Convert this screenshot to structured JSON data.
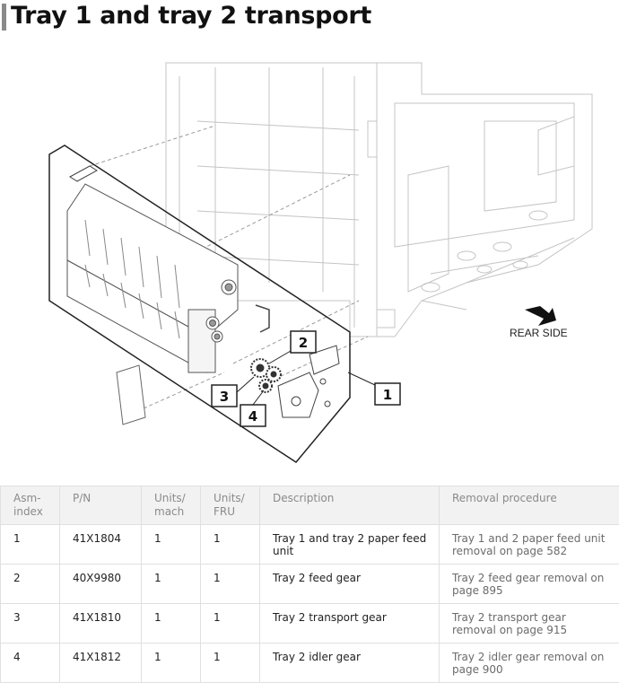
{
  "page": {
    "title": "Tray 1 and tray 2 transport"
  },
  "diagram": {
    "rear_side_label": "REAR SIDE",
    "callouts": [
      "1",
      "2",
      "3",
      "4"
    ]
  },
  "table": {
    "headers": [
      "Asm-index",
      "P/N",
      "Units/ mach",
      "Units/ FRU",
      "Description",
      "Removal procedure"
    ],
    "rows": [
      {
        "index": "1",
        "pn": "41X1804",
        "units_mach": "1",
        "units_fru": "1",
        "description": "Tray 1 and tray 2 paper feed unit",
        "removal": "Tray 1 and 2 paper feed unit removal on page 582"
      },
      {
        "index": "2",
        "pn": "40X9980",
        "units_mach": "1",
        "units_fru": "1",
        "description": "Tray 2 feed gear",
        "removal": "Tray 2 feed gear removal on page 895"
      },
      {
        "index": "3",
        "pn": "41X1810",
        "units_mach": "1",
        "units_fru": "1",
        "description": "Tray 2 transport gear",
        "removal": "Tray 2 transport gear removal on page 915"
      },
      {
        "index": "4",
        "pn": "41X1812",
        "units_mach": "1",
        "units_fru": "1",
        "description": "Tray 2 idler gear",
        "removal": "Tray 2 idler gear removal on page 900"
      }
    ]
  }
}
